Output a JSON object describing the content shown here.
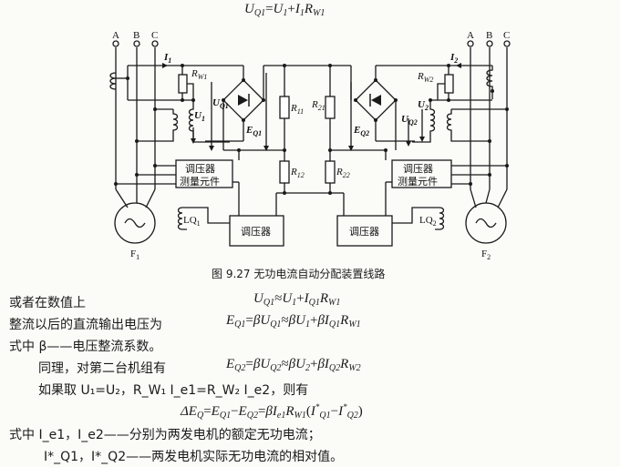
{
  "top_formula": "U_{Q1}=U_1+I_1R_{W_1}",
  "diagram": {
    "phases": [
      "A",
      "B",
      "C"
    ],
    "i1": "I",
    "i1_sub": "1",
    "rw1": "R",
    "rw1_sub": "W1",
    "uq1": "U",
    "uq1_sub": "Q1",
    "u1": "U",
    "u1_sub": "1",
    "eq1": "E",
    "eq1_sub": "Q1",
    "r11": "R",
    "r11_sub": "11",
    "r21": "R",
    "r21_sub": "21",
    "r12": "R",
    "r12_sub": "12",
    "r22": "R",
    "r22_sub": "22",
    "eq2": "E",
    "eq2_sub": "Q2",
    "uq2": "U",
    "uq2_sub": "Q2",
    "u2": "U",
    "u2_sub": "2",
    "rw2": "R",
    "rw2_sub": "W2",
    "i2": "I",
    "i2_sub": "2",
    "meas_box_line1": "调压器",
    "meas_box_line2": "测量元件",
    "regulator_box": "调压器",
    "lq1": "LQ",
    "lq1_sub": "1",
    "lq2": "LQ",
    "lq2_sub": "2",
    "f1": "F",
    "f1_sub": "1",
    "f2": "F",
    "f2_sub": "2"
  },
  "caption": "图 9.27   无功电流自动分配装置线路",
  "lines": [
    {
      "text": "或者在数值上",
      "formula": "U_{Q1}≈U_1+I_{Q1}R_{W_1}"
    },
    {
      "text": "整流以后的直流输出电压为",
      "formula": "E_{Q1}=βU_{Q1}≈βU_1+βI_{Q1}R_{W_1}"
    },
    {
      "text": "式中  β——电压整流系数。",
      "formula": ""
    },
    {
      "text": "同理，对第二台机组有",
      "formula": "E_{Q2}=βU_{Q2}≈βU_2+βI_{Q2}R_{W_2}"
    },
    {
      "text": "如果取 U₁=U₂，R_W₁ I_e1=R_W₂ I_e2，则有",
      "formula": ""
    },
    {
      "text": "",
      "formula": "ΔE_Q=E_{Q1}-E_{Q2}=βI_{e1}R_{W_1}(I^*_{Q1}-I^*_{Q2})"
    },
    {
      "text": "式中  I_e1，I_e2——分别为两发电机的额定无功电流；",
      "formula": ""
    },
    {
      "text": "I*_Q1，I*_Q2——两发电机实际无功电流的相对值。",
      "formula": ""
    }
  ]
}
